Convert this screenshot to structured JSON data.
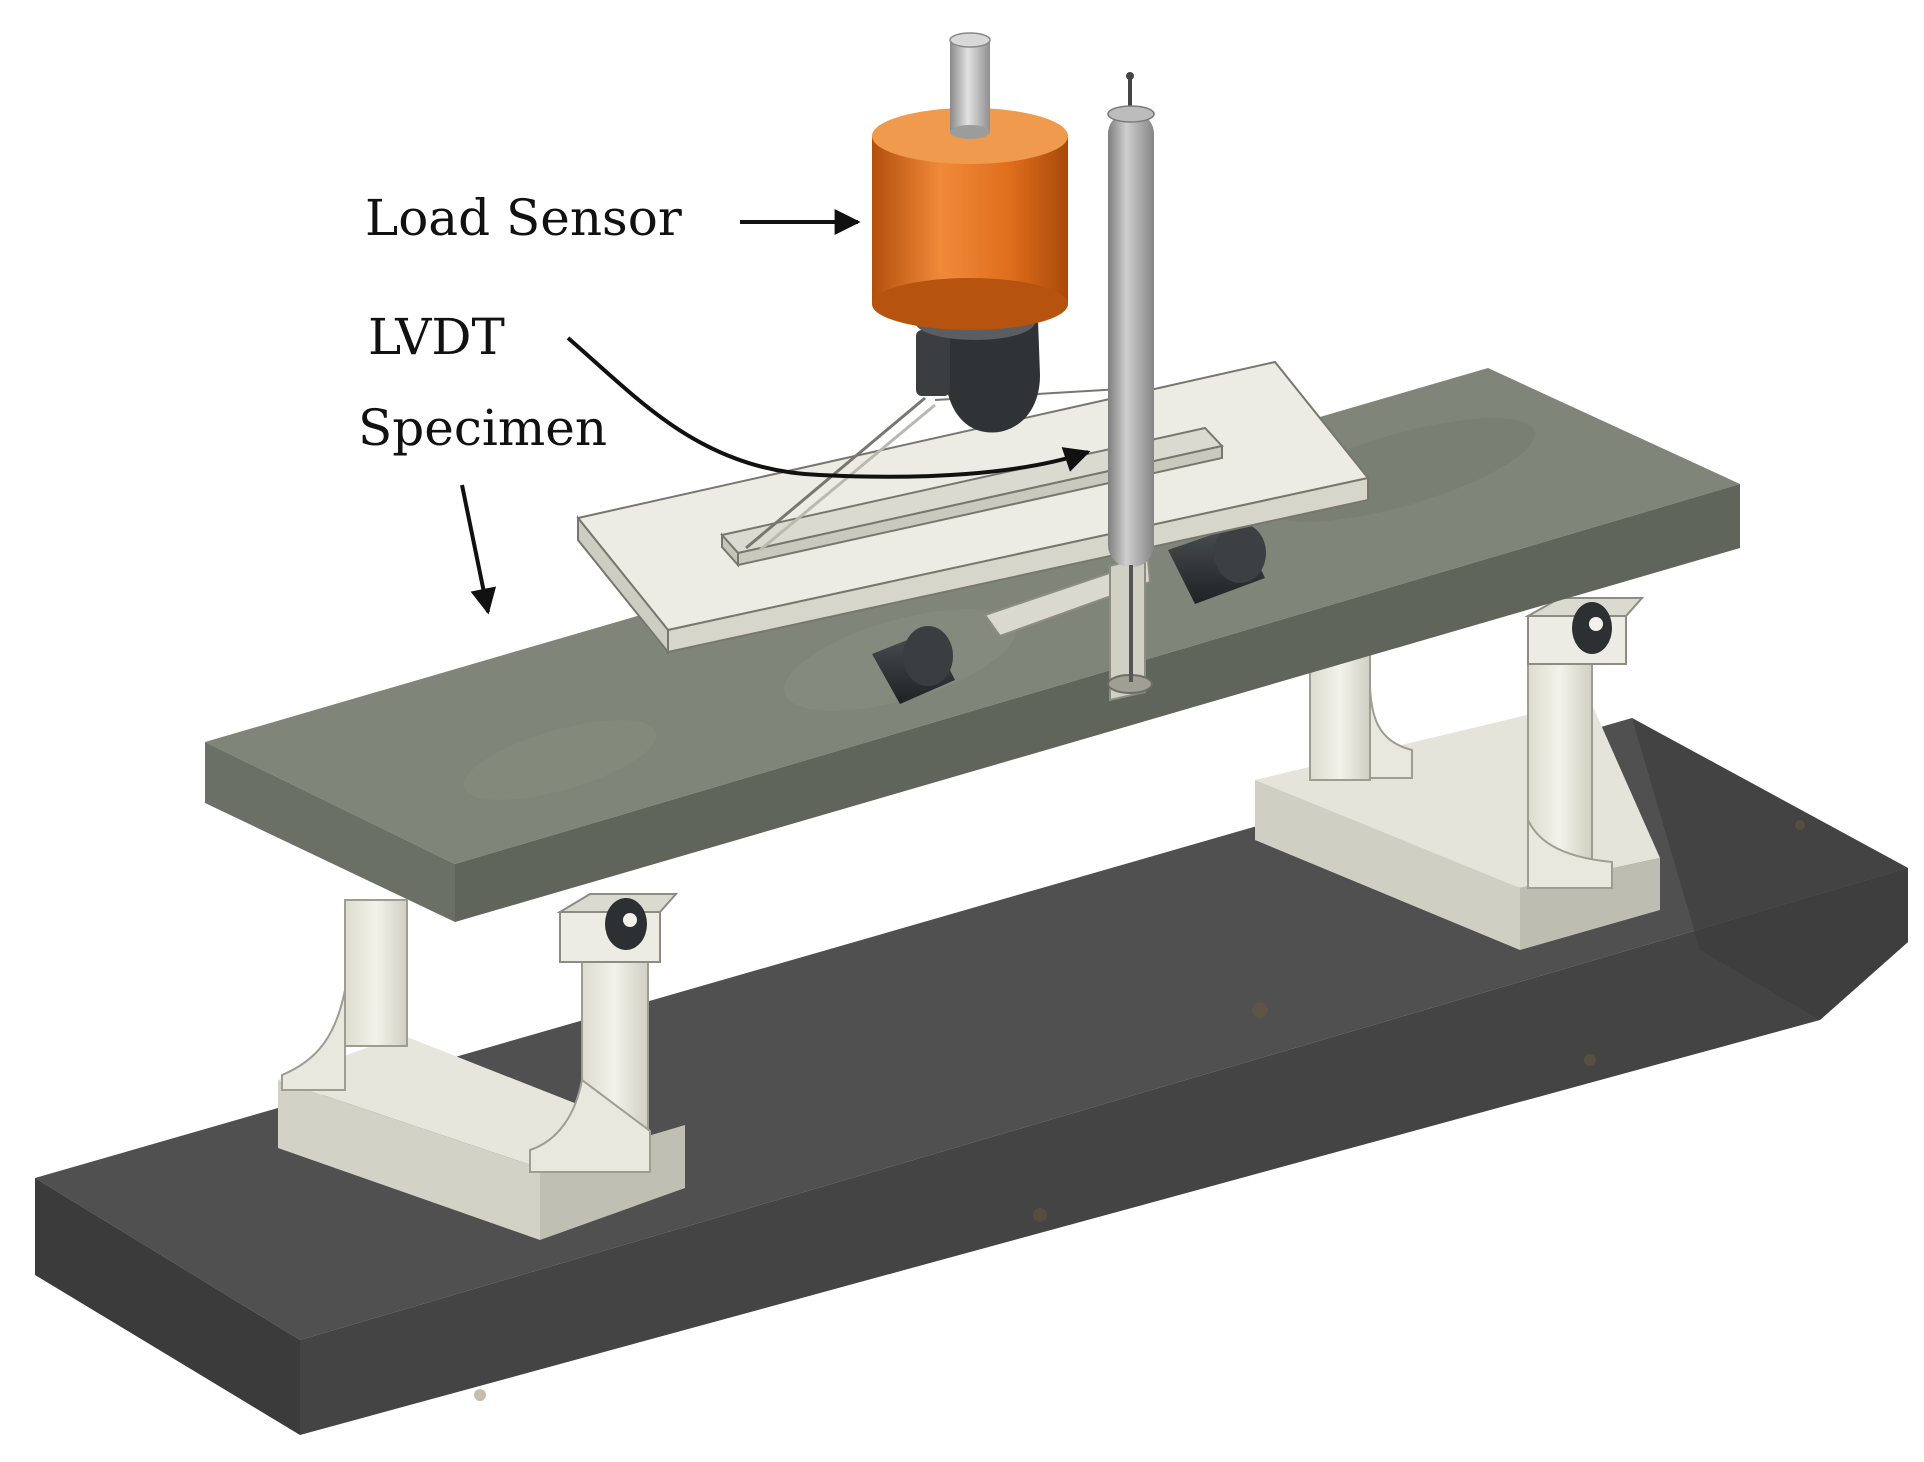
{
  "labels": {
    "load_sensor": "Load Sensor",
    "lvdt": "LVDT",
    "specimen": "Specimen"
  },
  "colors": {
    "base_top": "#505050",
    "base_front": "#3f3f3f",
    "base_side": "#343434",
    "beam_top": "#7f8579",
    "beam_front": "#666c62",
    "support_light": "#ebebe2",
    "support_shadow": "#c9c9bd",
    "plate": "#ecece4",
    "roller": "#2f3335",
    "sensor_orange": "#e06e1c",
    "lvdt_grey": "#a8a8a8",
    "label_text": "#111111"
  }
}
